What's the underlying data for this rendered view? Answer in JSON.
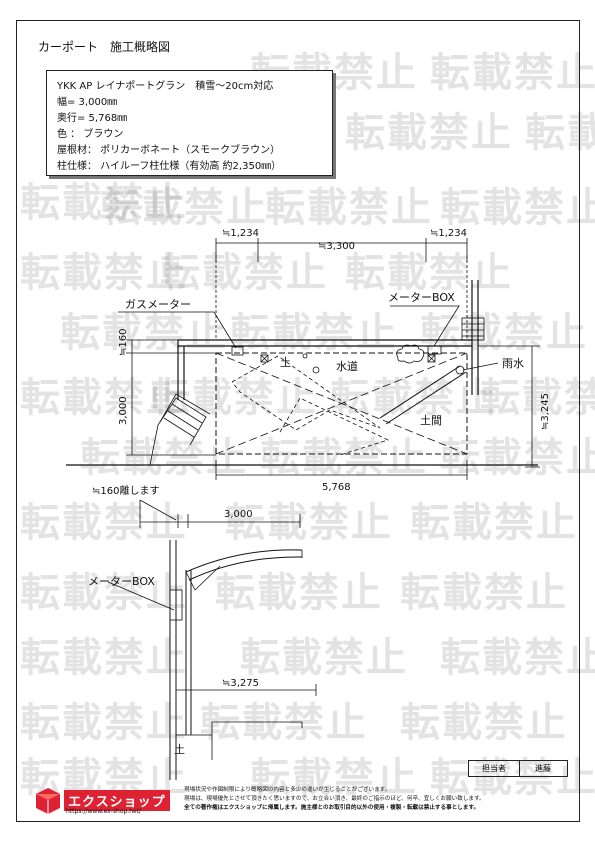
{
  "title": "カーポート　施工概略図",
  "spec": {
    "lines": [
      "YKK AP レイナポートグラン　積雪～20cm対応",
      "幅= 3,000㎜",
      "奥行= 5,768㎜",
      "色 ： ブラウン",
      "屋根材： ポリカーボネート（スモークブラウン）",
      "柱仕様： ハイルーフ柱仕様（有効高 約2,350㎜）"
    ]
  },
  "plan": {
    "dim_top_left": "≒1,234",
    "dim_top_center": "≒3,300",
    "dim_top_right": "≒1,234",
    "label_gas_meter": "ガスメーター",
    "label_meter_box": "メーターBOX",
    "label_soil_1": "土",
    "label_water": "水道",
    "label_rain": "雨水",
    "label_doma": "土間",
    "dim_left_small": "≒160",
    "dim_left_depth": "3,000",
    "dim_right": "≒3,245",
    "dim_bottom": "5,768"
  },
  "section": {
    "dim_offset": "≒160離します",
    "dim_width": "3,000",
    "label_meter_box": "メーターBOX",
    "dim_lower": "≒3,275",
    "label_soil": "土"
  },
  "watermark": "転載禁止",
  "footer": {
    "logo_name": "エクスショップ",
    "logo_url": "https://www.ex-shop.net/",
    "notice_1": "現場状況や作図制限により概略図の内容と多少の違いが生じることがございます。",
    "notice_2": "現場は、現場優先とさせて頂きたく思いますので、お立合い頂き、最終のご指示のほど、何卒、宜しくお願い致します。",
    "notice_3": "全ての著作権はエクスショップに帰属します。施主様とのお取引目的以外の使用・複製・転載は禁止する事とします。"
  },
  "tantou": {
    "label": "担当者",
    "name": "進藤"
  }
}
